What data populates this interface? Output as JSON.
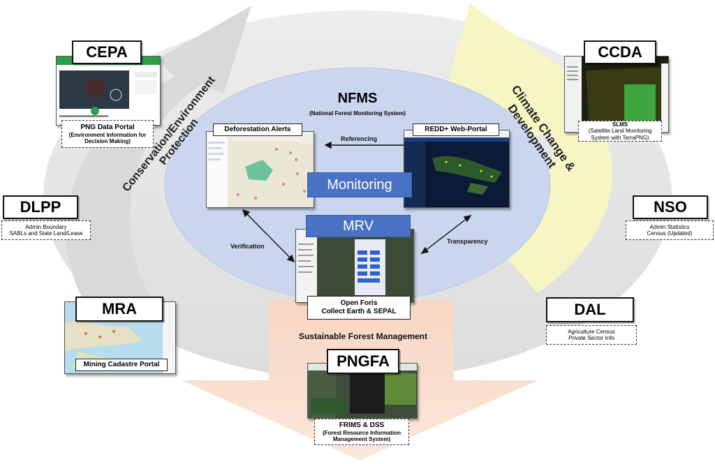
{
  "center": {
    "title": "NFMS",
    "subtitle": "(National Forest Monitoring System)",
    "monitoring": "Monitoring",
    "mrv": "MRV",
    "deforestation_alerts": "Deforestation Alerts",
    "redd_portal": "REDD+ Web-Portal",
    "open_foris_line1": "Open Foris",
    "open_foris_line2": "Collect Earth & SEPAL",
    "referencing": "Referencing",
    "verification": "Verification",
    "transparency": "Transparency"
  },
  "themes": {
    "conservation_line1": "Conservation/Environment",
    "conservation_line2": "Protection",
    "climate_line1": "Climate Change &",
    "climate_line2": "Development",
    "sustainable": "Sustainable Forest Management"
  },
  "agencies": {
    "cepa": {
      "name": "CEPA",
      "caption_title": "PNG Data Portal",
      "caption_sub": "(Environment Information for Decision Making)"
    },
    "ccda": {
      "name": "CCDA",
      "caption_title": "SLMS",
      "caption_sub": "(Satellite Land Monitoring System with TerraPNG)"
    },
    "dlpp": {
      "name": "DLPP",
      "line1": "Admin Boundary",
      "line2": "SABLs and State Land/Lease"
    },
    "nso": {
      "name": "NSO",
      "line1": "Admin Statistics",
      "line2": "Census (Updated)"
    },
    "mra": {
      "name": "MRA",
      "caption": "Mining Cadastre Portal"
    },
    "dal": {
      "name": "DAL",
      "line1": "Agriculture Census",
      "line2": "Private Sector Info"
    },
    "pngfa": {
      "name": "PNGFA",
      "caption_title": "FRIMS & DSS",
      "caption_sub": "(Forest Resource Information Management System)"
    }
  },
  "colors": {
    "outer_ring": "#e6e6e6",
    "inner_ellipse": "#c9d6ee",
    "yellow_arrow": "#f6f5c4",
    "peach_arrow": "#f9dfcf",
    "blue_button": "#4a72c4"
  }
}
